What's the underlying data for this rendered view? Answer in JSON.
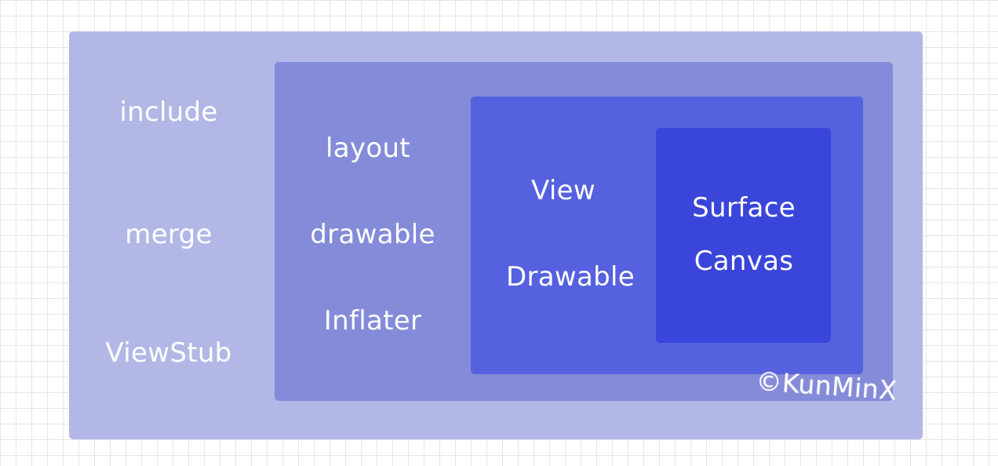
{
  "diagram": {
    "outer": {
      "color": "#b3b7e6",
      "items": [
        "include",
        "merge",
        "ViewStub"
      ]
    },
    "layer2": {
      "color": "#848bd9",
      "items": [
        "layout",
        "drawable",
        "Inflater"
      ]
    },
    "layer3": {
      "color": "#5561df",
      "items": [
        "View",
        "Drawable"
      ]
    },
    "inner": {
      "color": "#3a45da",
      "items": [
        "Surface",
        "Canvas"
      ]
    },
    "watermark": "©KunMinX"
  }
}
